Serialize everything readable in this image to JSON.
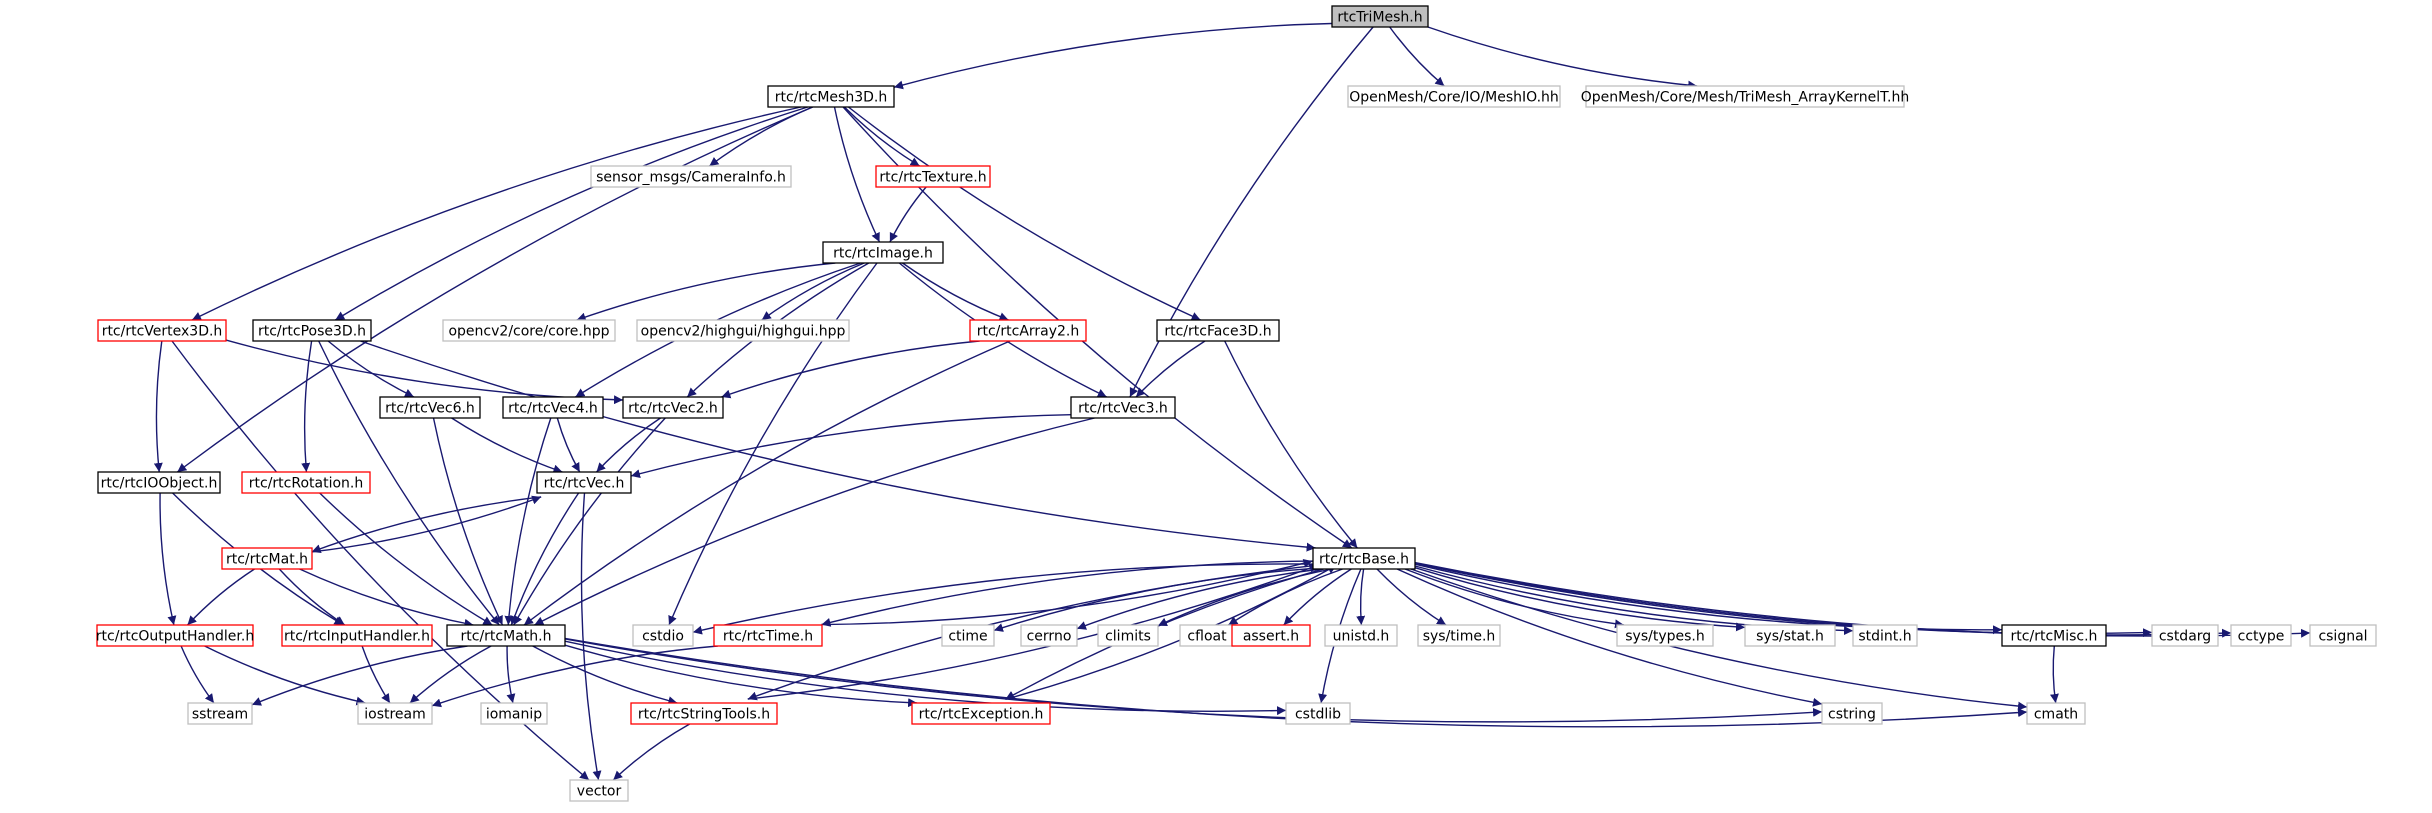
{
  "diagram": {
    "type": "include-dependency-graph",
    "colors": {
      "edge": "#191970",
      "root_fill": "#bfbfbf",
      "normal_border": "#000000",
      "truncated_border": "#ff0000",
      "system_border": "#bfbfbf"
    },
    "nodes": [
      {
        "id": "trimesh",
        "label": "rtcTriMesh.h",
        "kind": "root"
      },
      {
        "id": "mesh3d",
        "label": "rtc/rtcMesh3D.h",
        "kind": "normal"
      },
      {
        "id": "meshio",
        "label": "OpenMesh/Core/IO/MeshIO.hh",
        "kind": "system"
      },
      {
        "id": "trimeshkernel",
        "label": "OpenMesh/Core/Mesh/TriMesh_ArrayKernelT.hh",
        "kind": "system"
      },
      {
        "id": "camerainfo",
        "label": "sensor_msgs/CameraInfo.h",
        "kind": "system"
      },
      {
        "id": "texture",
        "label": "rtc/rtcTexture.h",
        "kind": "truncated"
      },
      {
        "id": "image",
        "label": "rtc/rtcImage.h",
        "kind": "normal"
      },
      {
        "id": "vertex3d",
        "label": "rtc/rtcVertex3D.h",
        "kind": "truncated"
      },
      {
        "id": "pose3d",
        "label": "rtc/rtcPose3D.h",
        "kind": "normal"
      },
      {
        "id": "cvcore",
        "label": "opencv2/core/core.hpp",
        "kind": "system"
      },
      {
        "id": "highgui",
        "label": "opencv2/highgui/highgui.hpp",
        "kind": "system"
      },
      {
        "id": "array2",
        "label": "rtc/rtcArray2.h",
        "kind": "truncated"
      },
      {
        "id": "face3d",
        "label": "rtc/rtcFace3D.h",
        "kind": "normal"
      },
      {
        "id": "vec6",
        "label": "rtc/rtcVec6.h",
        "kind": "normal"
      },
      {
        "id": "vec4",
        "label": "rtc/rtcVec4.h",
        "kind": "normal"
      },
      {
        "id": "vec2",
        "label": "rtc/rtcVec2.h",
        "kind": "normal"
      },
      {
        "id": "vec3",
        "label": "rtc/rtcVec3.h",
        "kind": "normal"
      },
      {
        "id": "ioobject",
        "label": "rtc/rtcIOObject.h",
        "kind": "normal"
      },
      {
        "id": "rotation",
        "label": "rtc/rtcRotation.h",
        "kind": "truncated"
      },
      {
        "id": "vec",
        "label": "rtc/rtcVec.h",
        "kind": "normal"
      },
      {
        "id": "base",
        "label": "rtc/rtcBase.h",
        "kind": "normal"
      },
      {
        "id": "mat",
        "label": "rtc/rtcMat.h",
        "kind": "truncated"
      },
      {
        "id": "outputhandler",
        "label": "rtc/rtcOutputHandler.h",
        "kind": "truncated"
      },
      {
        "id": "inputhandler",
        "label": "rtc/rtcInputHandler.h",
        "kind": "truncated"
      },
      {
        "id": "math",
        "label": "rtc/rtcMath.h",
        "kind": "normal"
      },
      {
        "id": "cstdio",
        "label": "cstdio",
        "kind": "system"
      },
      {
        "id": "time",
        "label": "rtc/rtcTime.h",
        "kind": "truncated"
      },
      {
        "id": "ctime",
        "label": "ctime",
        "kind": "system"
      },
      {
        "id": "cerrno",
        "label": "cerrno",
        "kind": "system"
      },
      {
        "id": "climits",
        "label": "climits",
        "kind": "system"
      },
      {
        "id": "cfloat",
        "label": "cfloat",
        "kind": "system"
      },
      {
        "id": "assert",
        "label": "assert.h",
        "kind": "truncated"
      },
      {
        "id": "unistd",
        "label": "unistd.h",
        "kind": "system"
      },
      {
        "id": "systime",
        "label": "sys/time.h",
        "kind": "system"
      },
      {
        "id": "systypes",
        "label": "sys/types.h",
        "kind": "system"
      },
      {
        "id": "sysstat",
        "label": "sys/stat.h",
        "kind": "system"
      },
      {
        "id": "stdint",
        "label": "stdint.h",
        "kind": "system"
      },
      {
        "id": "misc",
        "label": "rtc/rtcMisc.h",
        "kind": "normal"
      },
      {
        "id": "cstdarg",
        "label": "cstdarg",
        "kind": "system"
      },
      {
        "id": "cctype",
        "label": "cctype",
        "kind": "system"
      },
      {
        "id": "csignal",
        "label": "csignal",
        "kind": "system"
      },
      {
        "id": "sstream",
        "label": "sstream",
        "kind": "system"
      },
      {
        "id": "iostream",
        "label": "iostream",
        "kind": "system"
      },
      {
        "id": "iomanip",
        "label": "iomanip",
        "kind": "system"
      },
      {
        "id": "stringtools",
        "label": "rtc/rtcStringTools.h",
        "kind": "truncated"
      },
      {
        "id": "exception",
        "label": "rtc/rtcException.h",
        "kind": "truncated"
      },
      {
        "id": "cstdlib",
        "label": "cstdlib",
        "kind": "system"
      },
      {
        "id": "cstring",
        "label": "cstring",
        "kind": "system"
      },
      {
        "id": "cmath",
        "label": "cmath",
        "kind": "system"
      },
      {
        "id": "vector",
        "label": "vector",
        "kind": "system"
      }
    ],
    "edges": [
      [
        "trimesh",
        "mesh3d"
      ],
      [
        "trimesh",
        "meshio"
      ],
      [
        "trimesh",
        "trimeshkernel"
      ],
      [
        "trimesh",
        "vec3"
      ],
      [
        "mesh3d",
        "ioobject"
      ],
      [
        "mesh3d",
        "vertex3d"
      ],
      [
        "mesh3d",
        "pose3d"
      ],
      [
        "mesh3d",
        "camerainfo"
      ],
      [
        "mesh3d",
        "texture"
      ],
      [
        "mesh3d",
        "image"
      ],
      [
        "mesh3d",
        "face3d"
      ],
      [
        "mesh3d",
        "base"
      ],
      [
        "texture",
        "image"
      ],
      [
        "image",
        "cvcore"
      ],
      [
        "image",
        "highgui"
      ],
      [
        "image",
        "array2"
      ],
      [
        "image",
        "vec3"
      ],
      [
        "image",
        "vec4"
      ],
      [
        "image",
        "vec2"
      ],
      [
        "image",
        "cstdio"
      ],
      [
        "vertex3d",
        "ioobject"
      ],
      [
        "vertex3d",
        "vec2"
      ],
      [
        "vertex3d",
        "vector"
      ],
      [
        "pose3d",
        "vec6"
      ],
      [
        "pose3d",
        "rotation"
      ],
      [
        "pose3d",
        "math"
      ],
      [
        "pose3d",
        "base"
      ],
      [
        "array2",
        "vec2"
      ],
      [
        "array2",
        "math"
      ],
      [
        "face3d",
        "vec3"
      ],
      [
        "face3d",
        "base"
      ],
      [
        "vec6",
        "vec"
      ],
      [
        "vec6",
        "math"
      ],
      [
        "vec4",
        "vec"
      ],
      [
        "vec4",
        "math"
      ],
      [
        "vec2",
        "vec"
      ],
      [
        "vec2",
        "math"
      ],
      [
        "vec3",
        "vec"
      ],
      [
        "vec3",
        "math"
      ],
      [
        "ioobject",
        "outputhandler"
      ],
      [
        "ioobject",
        "inputhandler"
      ],
      [
        "rotation",
        "math"
      ],
      [
        "vec",
        "mat"
      ],
      [
        "vec",
        "math"
      ],
      [
        "vec",
        "vector"
      ],
      [
        "mat",
        "vec"
      ],
      [
        "mat",
        "outputhandler"
      ],
      [
        "mat",
        "inputhandler"
      ],
      [
        "mat",
        "math"
      ],
      [
        "outputhandler",
        "sstream"
      ],
      [
        "outputhandler",
        "iostream"
      ],
      [
        "inputhandler",
        "iostream"
      ],
      [
        "math",
        "sstream"
      ],
      [
        "math",
        "iostream"
      ],
      [
        "math",
        "iomanip"
      ],
      [
        "math",
        "stringtools"
      ],
      [
        "math",
        "exception"
      ],
      [
        "math",
        "cstdlib"
      ],
      [
        "math",
        "cstring"
      ],
      [
        "math",
        "cmath"
      ],
      [
        "base",
        "cstdio"
      ],
      [
        "base",
        "time"
      ],
      [
        "base",
        "ctime"
      ],
      [
        "base",
        "cerrno"
      ],
      [
        "base",
        "climits"
      ],
      [
        "base",
        "cfloat"
      ],
      [
        "base",
        "assert"
      ],
      [
        "base",
        "unistd"
      ],
      [
        "base",
        "systime"
      ],
      [
        "base",
        "systypes"
      ],
      [
        "base",
        "sysstat"
      ],
      [
        "base",
        "stdint"
      ],
      [
        "base",
        "misc"
      ],
      [
        "base",
        "cstdarg"
      ],
      [
        "base",
        "cctype"
      ],
      [
        "base",
        "csignal"
      ],
      [
        "base",
        "stringtools"
      ],
      [
        "base",
        "exception"
      ],
      [
        "base",
        "cstdlib"
      ],
      [
        "base",
        "cstring"
      ],
      [
        "base",
        "cmath"
      ],
      [
        "time",
        "base"
      ],
      [
        "time",
        "iostream"
      ],
      [
        "stringtools",
        "base"
      ],
      [
        "stringtools",
        "vector"
      ],
      [
        "exception",
        "base"
      ],
      [
        "misc",
        "cmath"
      ]
    ]
  }
}
